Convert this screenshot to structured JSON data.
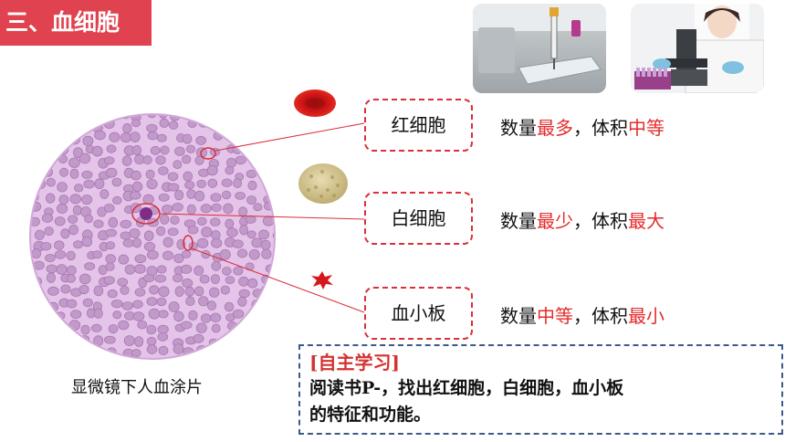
{
  "section_title": "三、血细胞",
  "slide_caption": "显微镜下人血涂片",
  "cells": [
    {
      "name": "红细胞",
      "desc_prefix": "数量",
      "count": "最多",
      "separator": "，体积",
      "size": "中等"
    },
    {
      "name": "白细胞",
      "desc_prefix": "数量",
      "count": "最少",
      "separator": "，体积",
      "size": "最大"
    },
    {
      "name": "血小板",
      "desc_prefix": "数量",
      "count": "中等",
      "separator": "，体积",
      "size": "最小"
    }
  ],
  "study": {
    "heading": "[自主学习]",
    "line1": "阅读书P-，找出红细胞，白细胞，血小板",
    "line2": "的特征和功能。"
  },
  "colors": {
    "title_bg": "#e0434f",
    "highlight": "#e52b2b",
    "box_border": "#d9303a",
    "study_border": "#3b5a8c",
    "rbc": "#c9a0cf",
    "slide_bg": "#e6c6e8"
  }
}
